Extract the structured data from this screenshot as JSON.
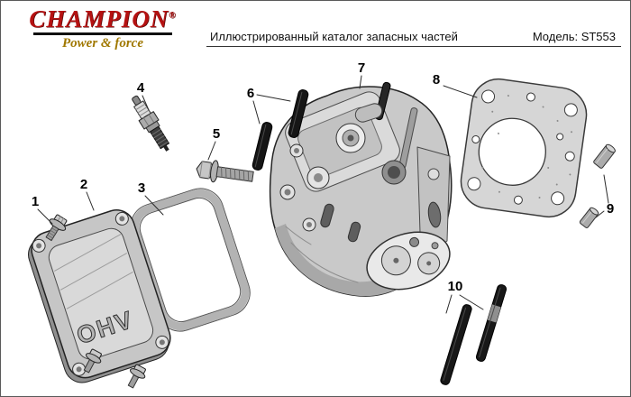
{
  "header": {
    "logo": {
      "brand": "CHAMPION",
      "registered": "®",
      "tagline": "Power & force",
      "brand_color": "#b51212",
      "tagline_color": "#a07800"
    },
    "title": "Иллюстрированный каталог запасных частей",
    "model_label": "Модель: ST553"
  },
  "diagram": {
    "cover_text": "OHV",
    "parts": [
      {
        "number": "1"
      },
      {
        "number": "2"
      },
      {
        "number": "3"
      },
      {
        "number": "4"
      },
      {
        "number": "5"
      },
      {
        "number": "6"
      },
      {
        "number": "7"
      },
      {
        "number": "8"
      },
      {
        "number": "9"
      },
      {
        "number": "10"
      }
    ]
  }
}
